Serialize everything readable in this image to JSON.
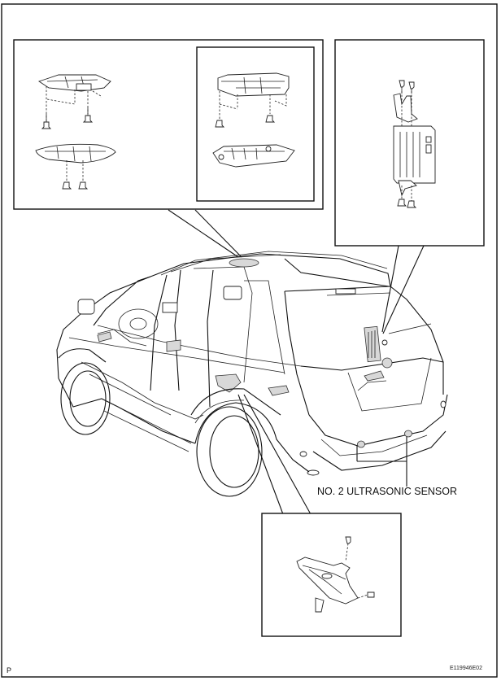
{
  "diagram": {
    "callouts": [
      {
        "id": "rear-sensors",
        "text": "NO. 2 ULTRASONIC SENSOR"
      }
    ],
    "figure_id": "E119946E02",
    "page_marker": "P",
    "insets": [
      {
        "name": "roof-console-bracket-assembly"
      },
      {
        "name": "roof-console-cover"
      },
      {
        "name": "rear-control-module-bracket"
      },
      {
        "name": "side-control-module"
      }
    ]
  }
}
